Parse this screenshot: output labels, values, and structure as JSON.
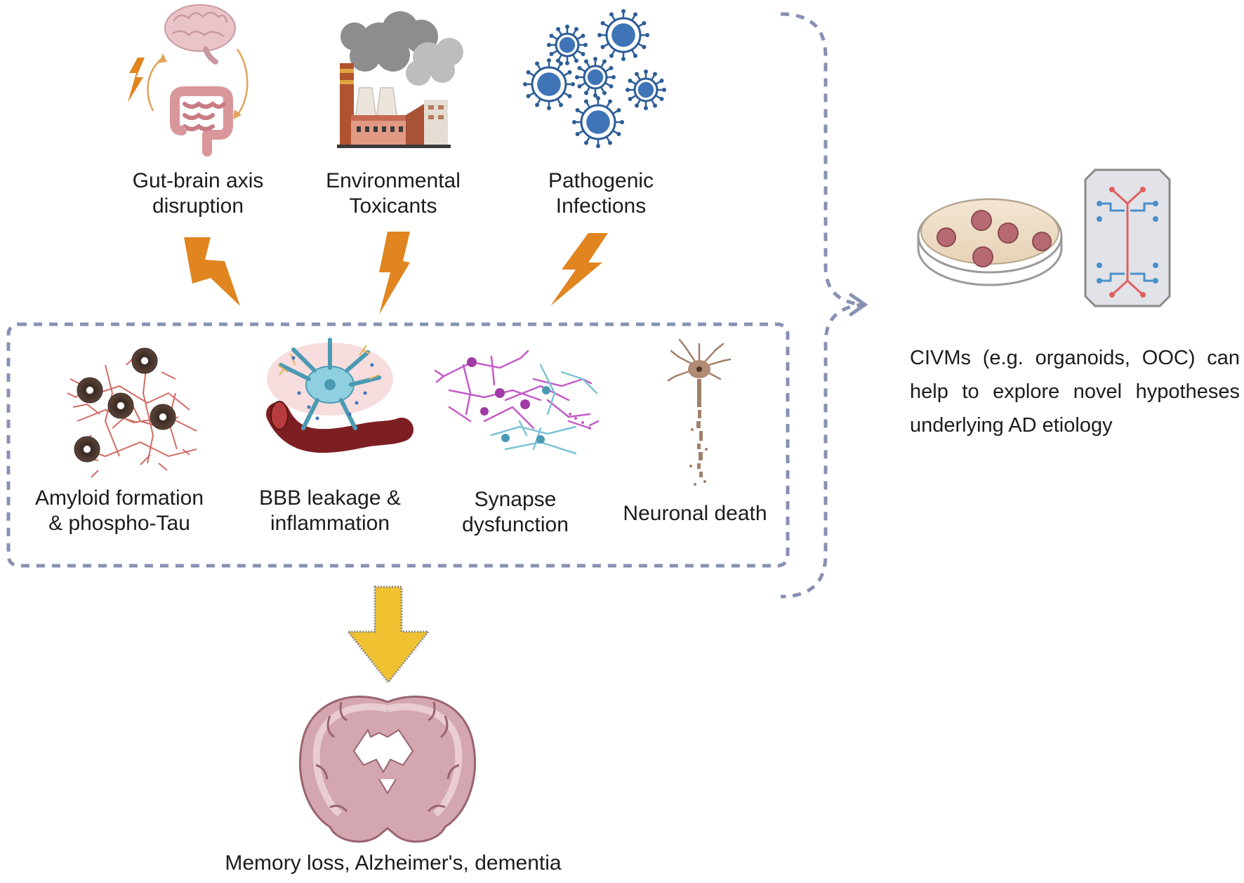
{
  "causes": [
    {
      "line1": "Gut-brain axis",
      "line2": "disruption",
      "icon": "gut-brain-icon"
    },
    {
      "line1": "Environmental",
      "line2": "Toxicants",
      "icon": "factory-icon"
    },
    {
      "line1": "Pathogenic",
      "line2": "Infections",
      "icon": "virus-icon"
    }
  ],
  "pathologies": [
    {
      "line1": "Amyloid formation",
      "line2": "& phospho-Tau",
      "icon": "amyloid-plaque-icon"
    },
    {
      "line1": "BBB leakage &",
      "line2": "inflammation",
      "icon": "blood-vessel-icon"
    },
    {
      "line1": "Synapse",
      "line2": "dysfunction",
      "icon": "synapse-network-icon"
    },
    {
      "line1": "Neuronal death",
      "line2": "",
      "icon": "dying-neuron-icon"
    }
  ],
  "outcome": {
    "label": "Memory loss, Alzheimer's, dementia",
    "icon": "brain-section-icon"
  },
  "civm": {
    "text": "CIVMs (e.g. organoids, OOC) can help to explore novel hypotheses underlying AD etiology",
    "icons": [
      "petri-dish-organoids-icon",
      "organ-on-chip-icon"
    ]
  },
  "colors": {
    "bolt": "#e0851f",
    "dash": "#8791b3",
    "arrow": "#f0c232",
    "brain": "#d4a6b0",
    "virus": "#3f75b6"
  }
}
